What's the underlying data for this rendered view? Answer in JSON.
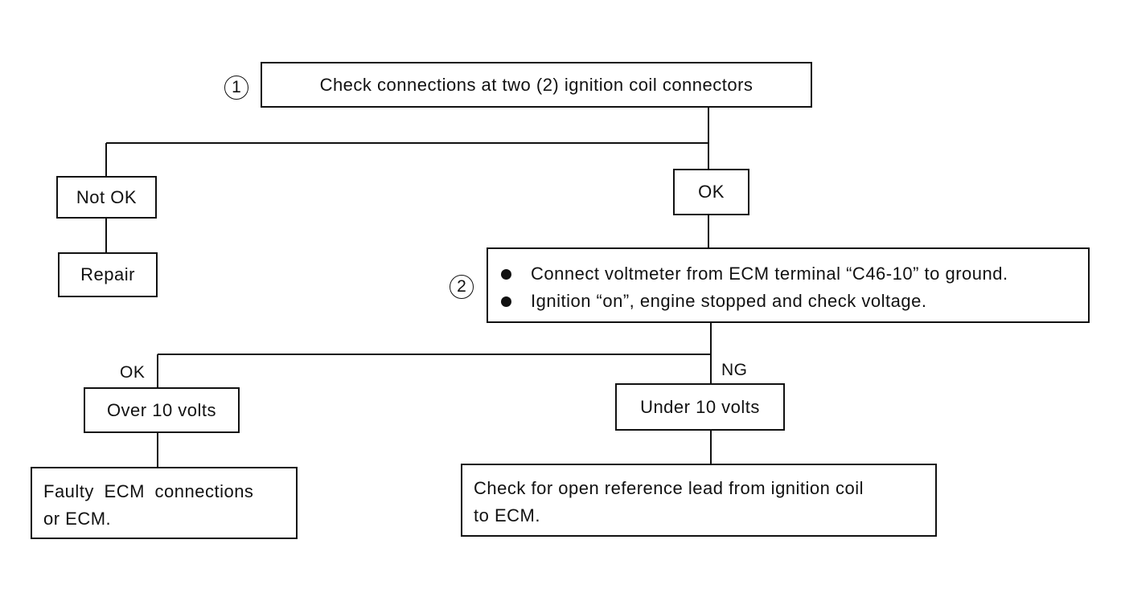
{
  "steps": [
    {
      "number": "1",
      "text": "Check connections at two (2) ignition coil connectors"
    },
    {
      "number": "2",
      "items": [
        "Connect voltmeter from ECM terminal “C46-10” to ground.",
        "Ignition “on”, engine stopped and check voltage."
      ]
    }
  ],
  "branch1": {
    "not_ok": "Not OK",
    "repair": "Repair",
    "ok": "OK"
  },
  "branch2": {
    "ok_label": "OK",
    "ng_label": "NG",
    "over": "Over 10 volts",
    "under": "Under 10 volts",
    "faulty_line1": "Faulty ECM connections",
    "faulty_line2": "or ECM.",
    "check_line1": "Check for open reference lead from ignition coil",
    "check_line2": "to ECM."
  }
}
